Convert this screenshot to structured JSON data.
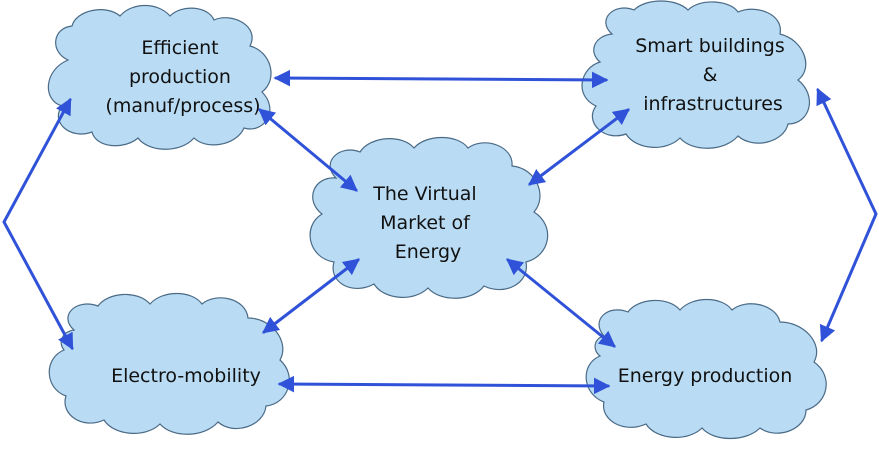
{
  "nodes": {
    "efficient_production": {
      "lines": [
        "Efficient",
        "production",
        "(manuf/process)"
      ]
    },
    "smart_buildings": {
      "lines": [
        "Smart buildings",
        "&",
        "infrastructures"
      ]
    },
    "virtual_market": {
      "lines": [
        "The Virtual",
        "Market of",
        "Energy"
      ]
    },
    "electro_mobility": {
      "lines": [
        "Electro-mobility"
      ]
    },
    "energy_production": {
      "lines": [
        "Energy production"
      ]
    }
  },
  "colors": {
    "cloud_fill": "#b9dcf4",
    "cloud_stroke": "#4a6a86",
    "arrow": "#2f52d8",
    "text": "#111111"
  }
}
